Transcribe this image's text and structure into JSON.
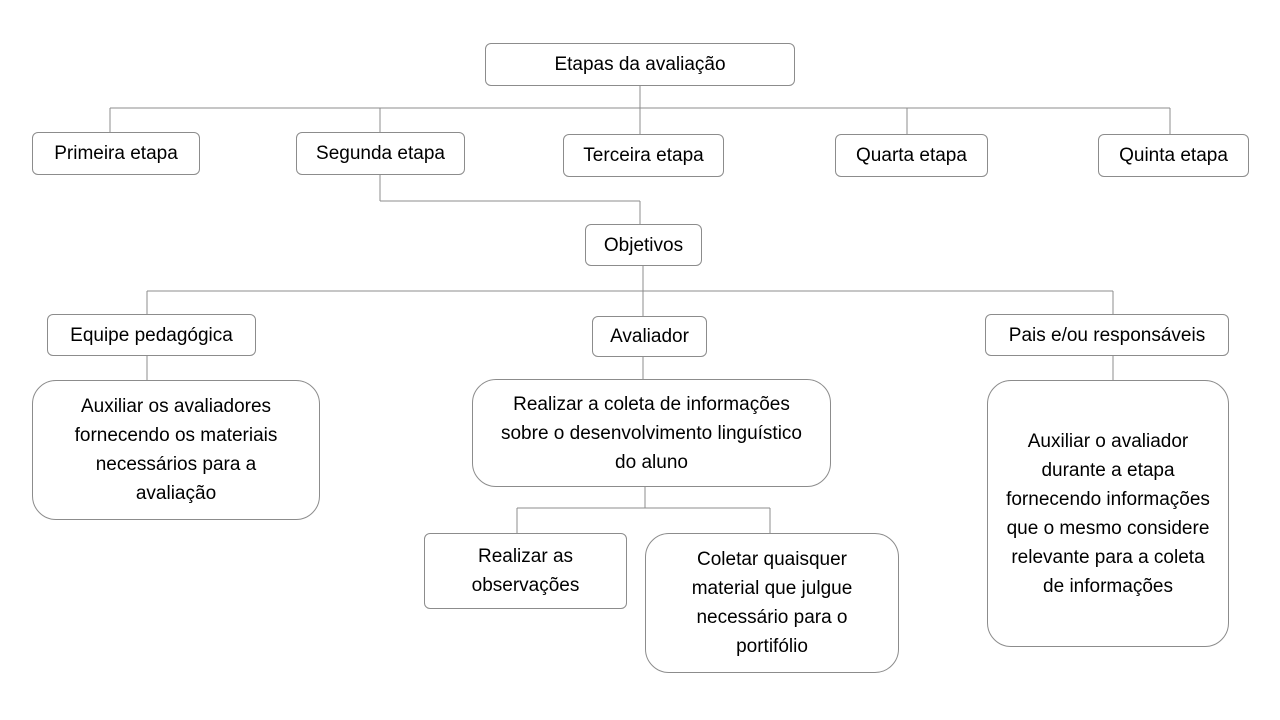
{
  "root": {
    "label": "Etapas da avaliação"
  },
  "stages": [
    {
      "label": "Primeira etapa"
    },
    {
      "label": "Segunda etapa"
    },
    {
      "label": "Terceira etapa"
    },
    {
      "label": "Quarta etapa"
    },
    {
      "label": "Quinta etapa"
    }
  ],
  "objectives": {
    "label": "Objetivos"
  },
  "roles": {
    "team": {
      "label": "Equipe pedagógica",
      "description": "Auxiliar os avaliadores fornecendo os materiais necessários para a avaliação"
    },
    "evaluator": {
      "label": "Avaliador",
      "description": "Realizar a coleta de informações sobre o desenvolvimento linguístico do aluno",
      "tasks": [
        {
          "label": "Realizar as observações"
        },
        {
          "label": "Coletar quaisquer material que julgue necessário para o portifólio"
        }
      ]
    },
    "parents": {
      "label": "Pais e/ou responsáveis",
      "description": "Auxiliar o avaliador durante a etapa fornecendo informações que o mesmo considere relevante para a coleta de informações"
    }
  },
  "colors": {
    "line": "#8c8c8c",
    "border": "#8c8c8c",
    "background": "#ffffff",
    "text": "#000000"
  }
}
